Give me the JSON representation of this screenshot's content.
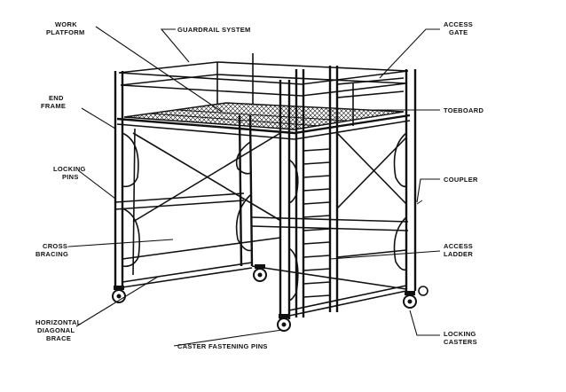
{
  "labels": {
    "work_platform_1": "WORK",
    "work_platform_2": "PLATFORM",
    "guardrail_system": "GUARDRAIL SYSTEM",
    "access_gate_1": "ACCESS",
    "access_gate_2": "GATE",
    "end_frame_1": "END",
    "end_frame_2": "FRAME",
    "toeboard": "TOEBOARD",
    "locking_pins_1": "LOCKING",
    "locking_pins_2": "PINS",
    "coupler": "COUPLER",
    "cross_bracing_1": "CROSS-",
    "cross_bracing_2": "BRACING",
    "access_ladder_1": "ACCESS",
    "access_ladder_2": "LADDER",
    "horizontal_brace_1": "HORIZONTAL",
    "horizontal_brace_2": "DIAGONAL",
    "horizontal_brace_3": "BRACE",
    "caster_pins": "CASTER FASTENING PINS",
    "locking_casters_1": "LOCKING",
    "locking_casters_2": "CASTERS"
  }
}
